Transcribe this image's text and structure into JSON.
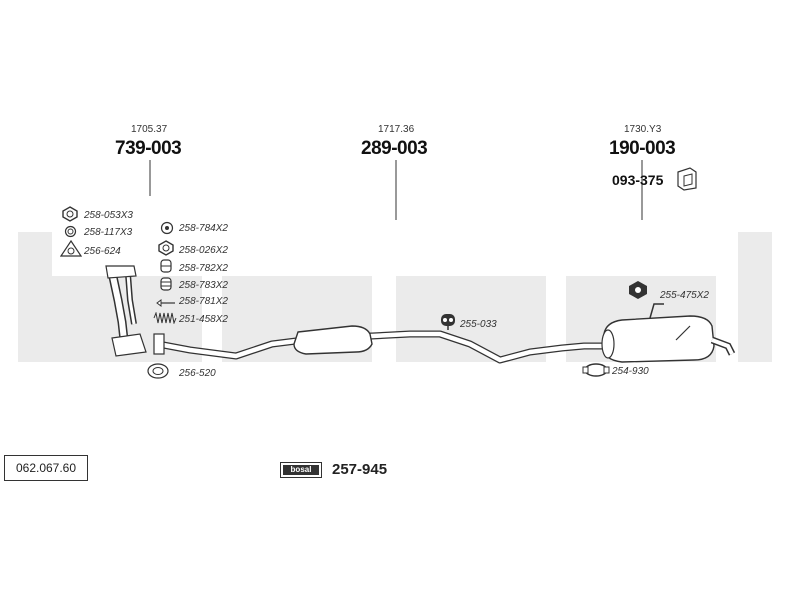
{
  "catalog_number": "062.067.60",
  "brand_logo_text": "bosal",
  "brand_part_number": "257-945",
  "assemblies": [
    {
      "ref": "1705.37",
      "part": "739-003"
    },
    {
      "ref": "1717.36",
      "part": "289-003"
    },
    {
      "ref": "1730.Y3",
      "part": "190-003"
    }
  ],
  "bracket_part": "093-375",
  "left_components": [
    {
      "label": "258-053X3",
      "icon": "nut-icon"
    },
    {
      "label": "258-117X3",
      "icon": "ring-icon"
    },
    {
      "label": "256-624",
      "icon": "gasket-triangle-icon"
    },
    {
      "label": "258-784X2",
      "icon": "washer-icon"
    },
    {
      "label": "258-026X2",
      "icon": "nut-icon"
    },
    {
      "label": "258-782X2",
      "icon": "bushing-icon"
    },
    {
      "label": "258-783X2",
      "icon": "bushing-icon"
    },
    {
      "label": "258-781X2",
      "icon": "bolt-icon"
    },
    {
      "label": "251-458X2",
      "icon": "spring-icon"
    },
    {
      "label": "256-520",
      "icon": "gasket-ring-icon"
    }
  ],
  "mid_components": [
    {
      "label": "255-033",
      "icon": "rubber-mount-icon"
    }
  ],
  "right_components": [
    {
      "label": "255-475X2",
      "icon": "rubber-mount-icon"
    },
    {
      "label": "254-930",
      "icon": "clamp-icon"
    }
  ],
  "colors": {
    "ink": "#222222",
    "watermark": "#ebebeb"
  }
}
